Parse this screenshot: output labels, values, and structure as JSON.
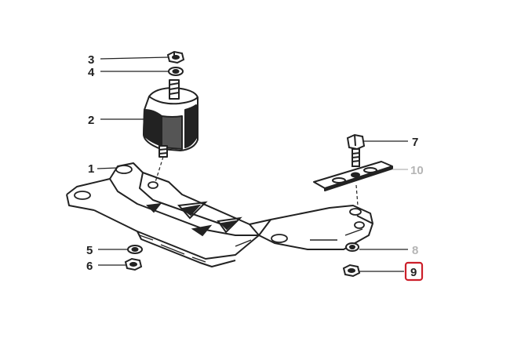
{
  "diagram": {
    "callouts": [
      {
        "number": "1",
        "part": "crossmember-bracket"
      },
      {
        "number": "2",
        "part": "rubber-mount"
      },
      {
        "number": "3",
        "part": "top-nut"
      },
      {
        "number": "4",
        "part": "top-washer"
      },
      {
        "number": "5",
        "part": "lower-washer"
      },
      {
        "number": "6",
        "part": "lower-nut"
      },
      {
        "number": "7",
        "part": "hex-bolt"
      },
      {
        "number": "8",
        "part": "right-washer"
      },
      {
        "number": "9",
        "part": "right-nut"
      },
      {
        "number": "10",
        "part": "mounting-plate"
      }
    ],
    "highlighted_callout": "9",
    "colors": {
      "line": "#222222",
      "muted_label": "#b5b5b5",
      "highlight": "#cc1f2a",
      "background": "#ffffff"
    }
  }
}
